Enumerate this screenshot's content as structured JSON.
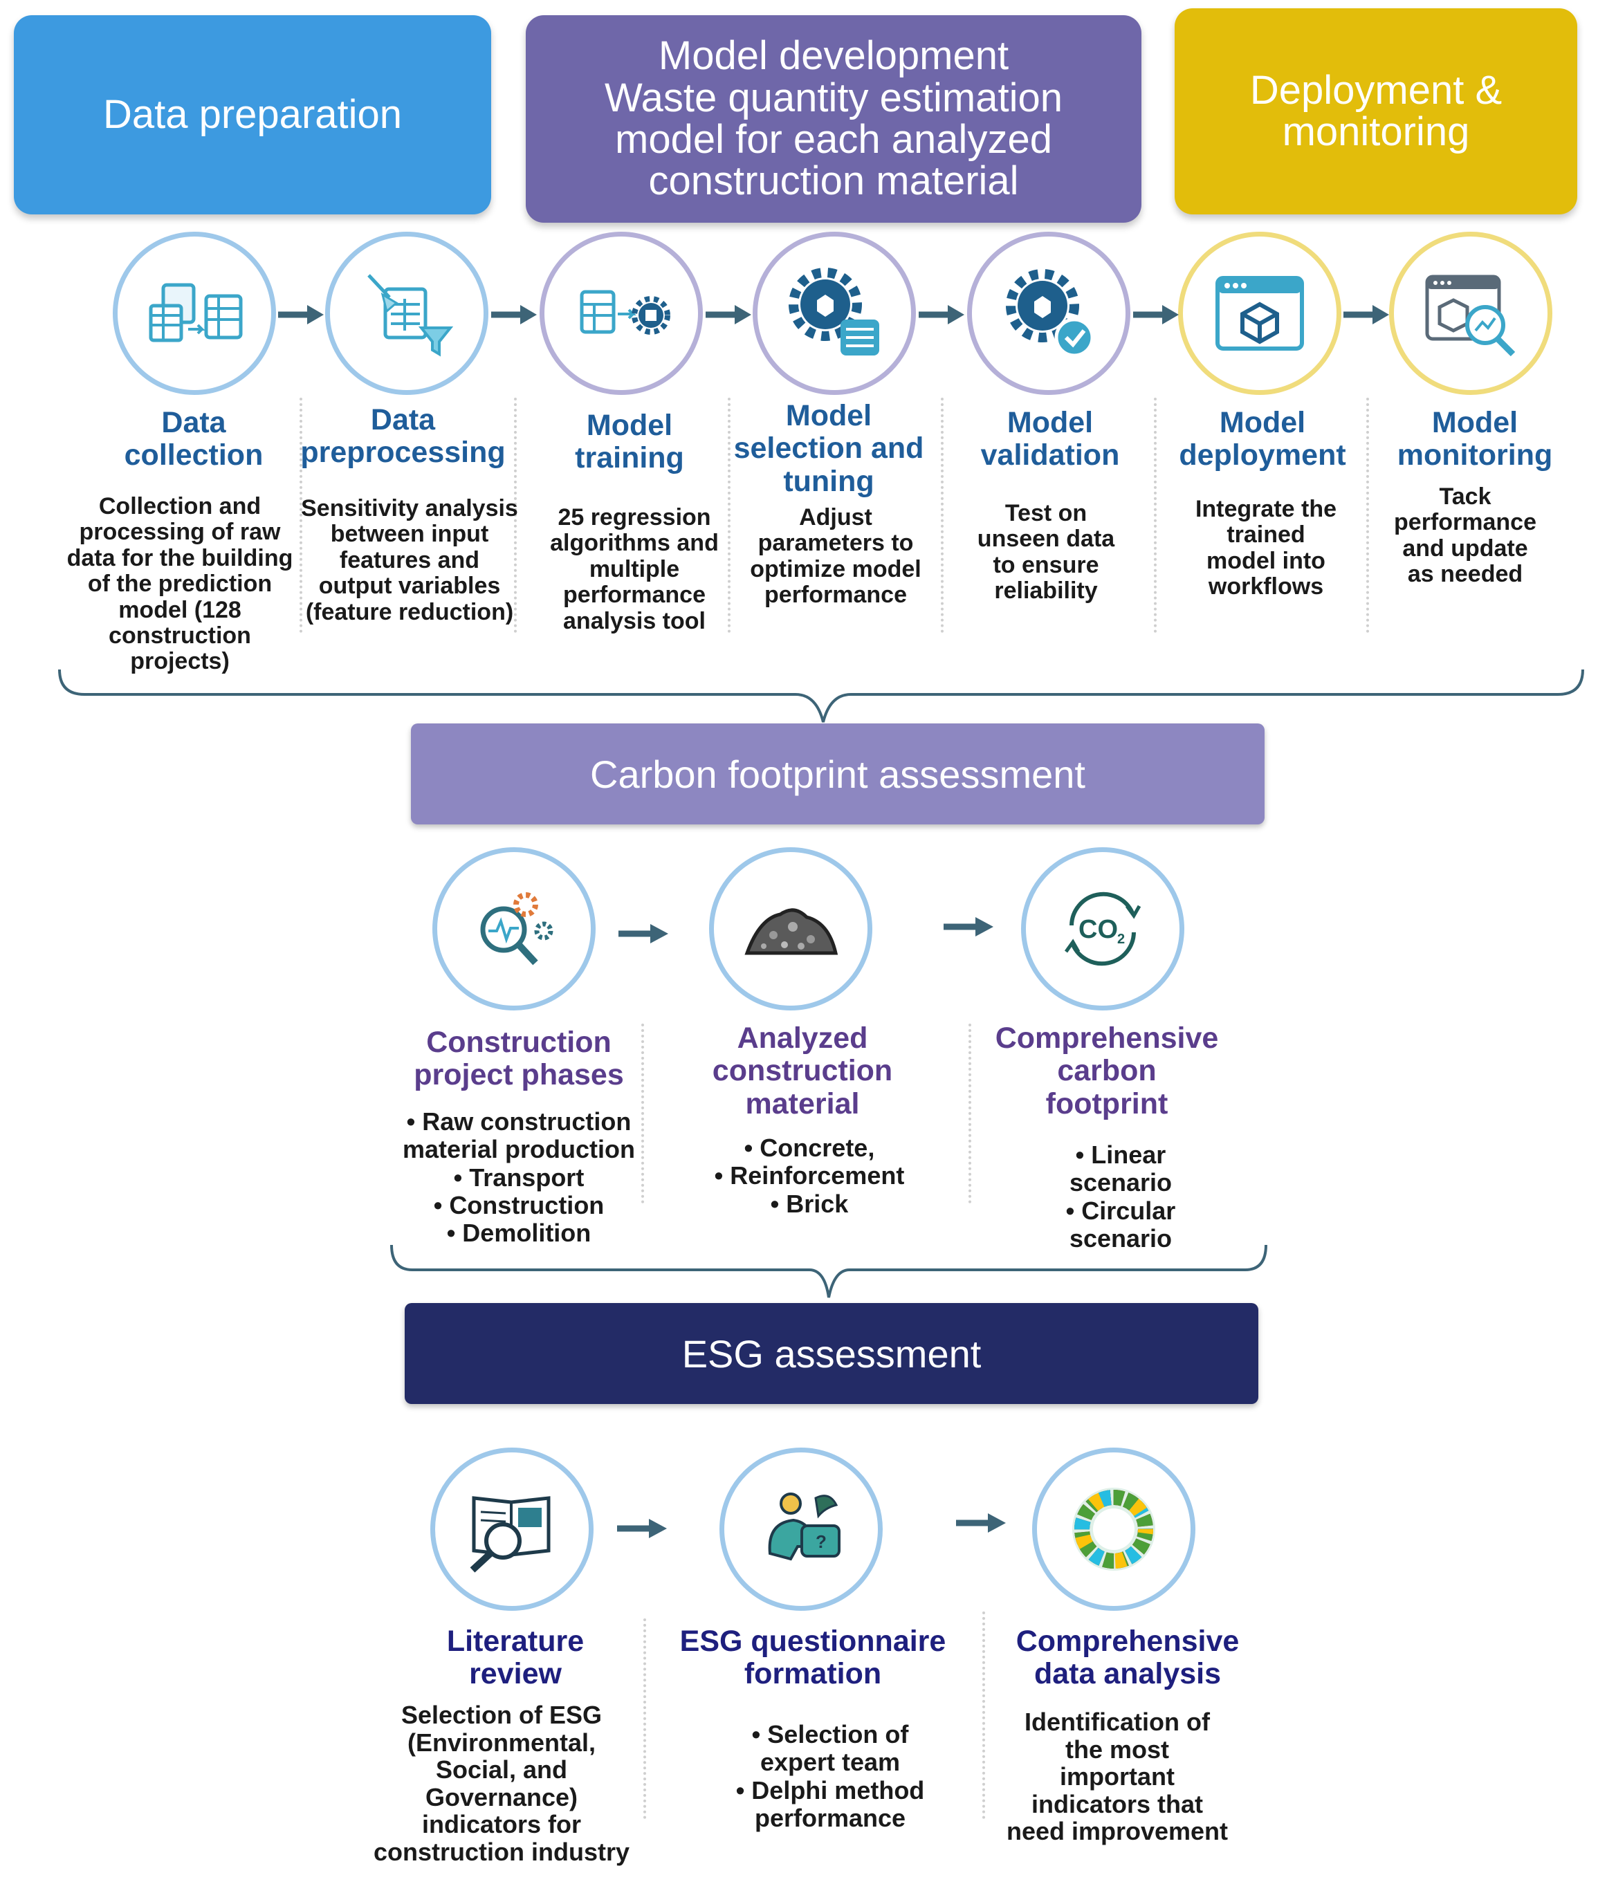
{
  "colors": {
    "data_preparation": "#3d9ae0",
    "model_development": "#6f67a9",
    "deployment": "#e2bd0b",
    "title_blue": "#1f5d9a",
    "title_purple": "#5a3d8c",
    "title_navy": "#1e1f7e",
    "carbon_bar": "#8d87c1",
    "esg_bar": "#232b66",
    "arrow": "#3d6477"
  },
  "headers": {
    "data_preparation": "Data preparation",
    "model_development": "Model development\nWaste quantity estimation\nmodel for each analyzed\nconstruction material",
    "deployment": "Deployment &\nmonitoring"
  },
  "pipeline": [
    {
      "icon": "spreadsheet-transfer-icon",
      "title": "Data\ncollection",
      "desc": "Collection and\nprocessing of raw\ndata  for the building\nof the prediction\nmodel (128\nconstruction\nprojects)"
    },
    {
      "icon": "data-cleaning-filter-icon",
      "title": "Data\npreprocessing",
      "desc": "Sensitivity analysis\nbetween input\nfeatures and\noutput variables\n(feature reduction)"
    },
    {
      "icon": "data-to-model-icon",
      "title": "Model\ntraining",
      "desc": "25 regression\nalgorithms and\nmultiple\nperformance\nanalysis tool"
    },
    {
      "icon": "gear-settings-icon",
      "title": "Model\nselection and\ntuning",
      "desc": "Adjust\nparameters to\noptimize model\nperformance"
    },
    {
      "icon": "gear-check-icon",
      "title": "Model\nvalidation",
      "desc": "Test on\nunseen data\nto ensure\nreliability"
    },
    {
      "icon": "browser-cube-icon",
      "title": "Model\ndeployment",
      "desc": "Integrate the\ntrained\nmodel into\nworkflows"
    },
    {
      "icon": "browser-monitor-icon",
      "title": "Model\nmonitoring",
      "desc": "Tack\nperformance\nand update\nas needed"
    }
  ],
  "carbon": {
    "bar": "Carbon footprint assessment",
    "items": [
      {
        "icon": "magnifier-gears-icon",
        "title": "Construction\nproject phases",
        "bullets": [
          "Raw construction\nmaterial production",
          "Transport",
          "Construction",
          "Demolition"
        ]
      },
      {
        "icon": "rubble-pile-icon",
        "title": "Analyzed\nconstruction\nmaterial",
        "bullets": [
          "Concrete,",
          "Reinforcement",
          "Brick"
        ]
      },
      {
        "icon": "co2-cycle-icon",
        "title": "Comprehensive\ncarbon\nfootprint",
        "bullets": [
          "Linear\nscenario",
          "Circular\nscenario"
        ]
      }
    ]
  },
  "esg": {
    "bar": "ESG assessment",
    "items": [
      {
        "icon": "book-magnifier-icon",
        "title": "Literature\nreview",
        "desc": "Selection of ESG\n(Environmental,\nSocial, and\nGovernance)\nindicators for\nconstruction industry"
      },
      {
        "icon": "expert-discussion-icon",
        "title": "ESG  questionnaire\nformation",
        "bullets": [
          "Selection of\nexpert team",
          "Delphi method\nperformance"
        ]
      },
      {
        "icon": "sdg-wheel-icon",
        "title": "Comprehensive\ndata analysis",
        "desc": "Identification of\nthe most\nimportant\nindicators that\nneed improvement"
      }
    ]
  }
}
